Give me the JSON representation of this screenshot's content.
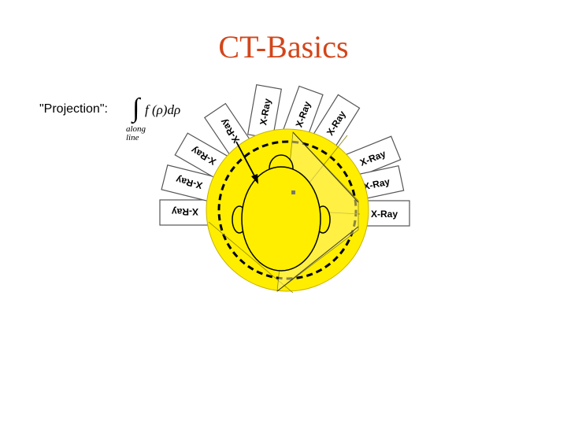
{
  "title": "CT-Basics",
  "projection": {
    "label": "\"Projection\":",
    "integral": "∫",
    "formula": "f (ρ)dρ",
    "along": "along",
    "line": "line"
  },
  "xray_label": "X-Ray",
  "colors": {
    "title": "#d2461a",
    "head_fill": "#ffee00",
    "outline": "#000000"
  }
}
